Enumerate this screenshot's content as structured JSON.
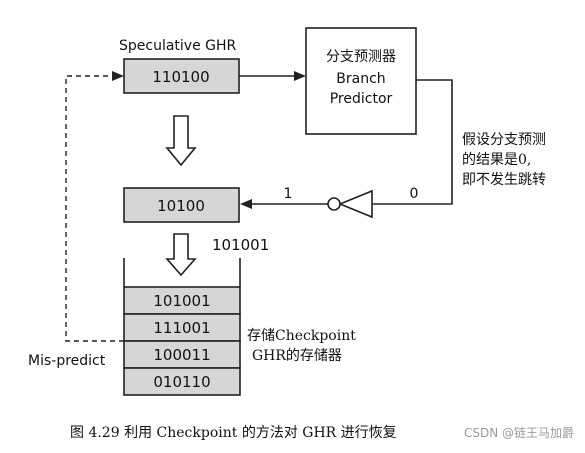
{
  "speculative_ghr": {
    "label": "Speculative GHR",
    "value": "110100"
  },
  "predictor": {
    "lines": [
      "分支预测器",
      "Branch",
      "Predictor"
    ]
  },
  "assumption": {
    "lines": [
      "假设分支预测",
      "的结果是0,",
      "即不发生跳转"
    ]
  },
  "inverter": {
    "input_label": "0",
    "output_label": "1"
  },
  "ghr_next": {
    "value": "10100"
  },
  "checkpoint_value": "101001",
  "storage": {
    "rows": [
      "101001",
      "111001",
      "100011",
      "010110"
    ],
    "label_lines": [
      "存储Checkpoint",
      "GHR的存储器"
    ]
  },
  "mispredict_label": "Mis-predict",
  "caption": "图 4.29   利用 Checkpoint 的方法对 GHR 进行恢复",
  "watermark": "CSDN @链王马加爵"
}
